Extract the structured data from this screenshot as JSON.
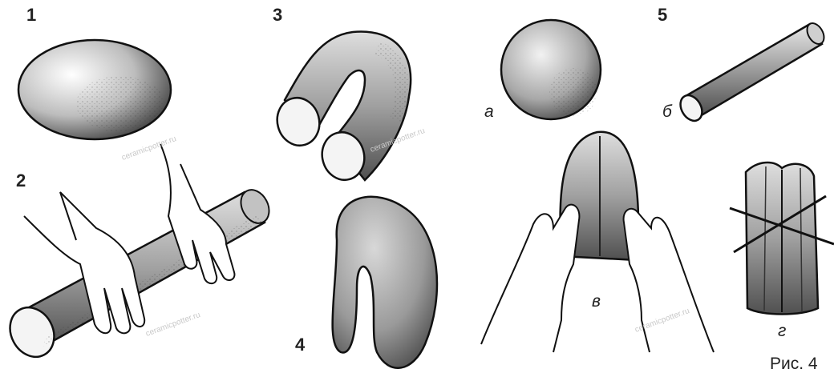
{
  "step_numbers": [
    "1",
    "2",
    "3",
    "4",
    "5"
  ],
  "sub_labels": [
    "а",
    "б",
    "в",
    "г"
  ],
  "caption": "Рис. 4",
  "watermark": "ceramicpotter.ru"
}
